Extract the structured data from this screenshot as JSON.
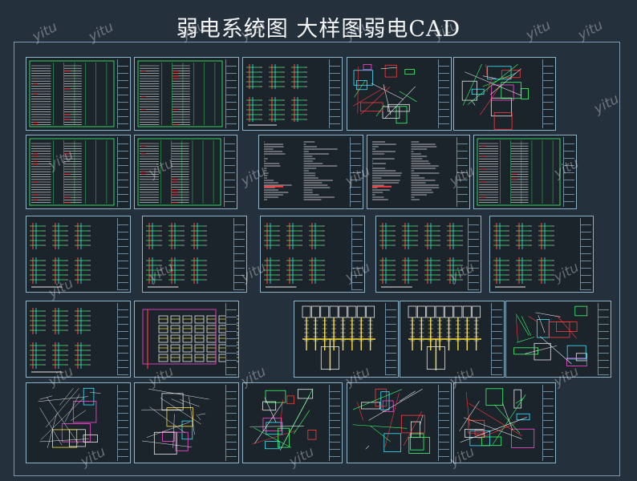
{
  "title": "弱电系统图 大样图弱电CAD",
  "watermark": "yitu",
  "colors": {
    "background": "#24303b",
    "sheet": "#1b232b",
    "border": "#8fb3c9",
    "red": "#ff3b3b",
    "green": "#3cff6b",
    "cyan": "#3ee6ff",
    "yellow": "#ffe23a",
    "white": "#e8e8e8",
    "magenta": "#ff4bd8"
  },
  "sheets": [
    {
      "id": "r1c1",
      "type": "table"
    },
    {
      "id": "r1c2",
      "type": "table"
    },
    {
      "id": "r1c3",
      "type": "riser"
    },
    {
      "id": "r1c4",
      "type": "detail"
    },
    {
      "id": "r1c5",
      "type": "detail"
    },
    {
      "id": "r2c1",
      "type": "table"
    },
    {
      "id": "r2c2",
      "type": "table"
    },
    {
      "id": "r2c3",
      "type": "text"
    },
    {
      "id": "r2c4",
      "type": "text"
    },
    {
      "id": "r2c5",
      "type": "table"
    },
    {
      "id": "r3c1",
      "type": "riser"
    },
    {
      "id": "r3c2",
      "type": "riser"
    },
    {
      "id": "r3c3",
      "type": "riser"
    },
    {
      "id": "r3c4",
      "type": "riser"
    },
    {
      "id": "r3c5",
      "type": "riser"
    },
    {
      "id": "r4c1",
      "type": "riser"
    },
    {
      "id": "r4c2",
      "type": "grid"
    },
    {
      "id": "r4c3",
      "type": "yellow"
    },
    {
      "id": "r4c4",
      "type": "yellow"
    },
    {
      "id": "r4c5",
      "type": "detail"
    },
    {
      "id": "r5c1",
      "type": "plan"
    },
    {
      "id": "r5c2",
      "type": "plan"
    },
    {
      "id": "r5c3",
      "type": "detail"
    },
    {
      "id": "r5c4",
      "type": "detail"
    },
    {
      "id": "r5c5",
      "type": "detail"
    }
  ]
}
